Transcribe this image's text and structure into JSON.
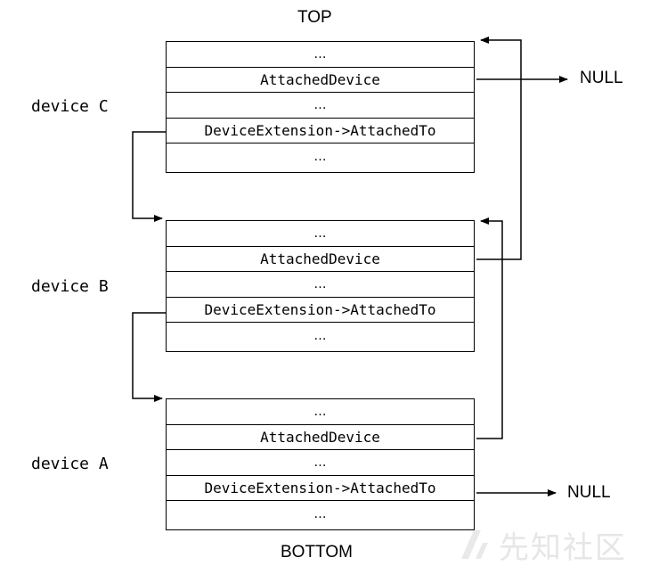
{
  "top_label": "TOP",
  "bottom_label": "BOTTOM",
  "null_label": "NULL",
  "devices": [
    {
      "label": "device C",
      "rows": [
        "…",
        "AttachedDevice",
        "…",
        "DeviceExtension->AttachedTo",
        "…"
      ]
    },
    {
      "label": "device B",
      "rows": [
        "…",
        "AttachedDevice",
        "…",
        "DeviceExtension->AttachedTo",
        "…"
      ]
    },
    {
      "label": "device A",
      "rows": [
        "…",
        "AttachedDevice",
        "…",
        "DeviceExtension->AttachedTo",
        "…"
      ]
    }
  ],
  "watermark": {
    "text": "先知社区",
    "icon": "watermark-logo-icon"
  }
}
